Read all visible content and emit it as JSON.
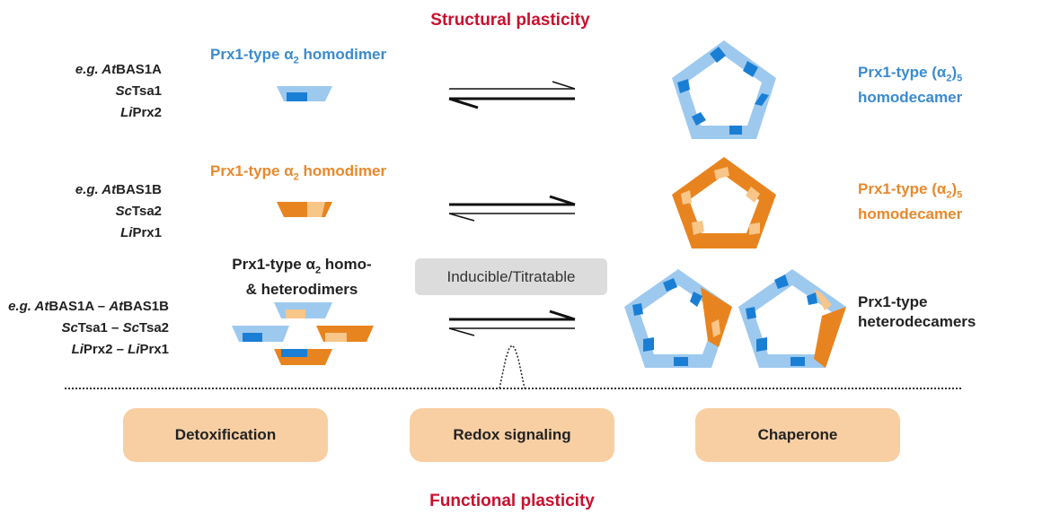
{
  "top_title": "Structural plasticity",
  "bottom_title": "Functional plasticity",
  "rows": [
    {
      "species": [
        "e.g. AtBAS1A",
        "ScTsa1",
        "LiPrx2"
      ],
      "species_parts": [
        [
          "e.g. ",
          "At",
          "BAS1A"
        ],
        [
          "",
          "Sc",
          "Tsa1"
        ],
        [
          "",
          "Li",
          "Prx2"
        ]
      ],
      "dimer_label": "Prx1-type α2 homodimer",
      "decamer_label_1": "Prx1-type (α2)5",
      "decamer_label_2": "homodecamer",
      "color": "#3b8bcf"
    },
    {
      "species": [
        "e.g. AtBAS1B",
        "ScTsa2",
        "LiPrx1"
      ],
      "species_parts": [
        [
          "e.g. ",
          "At",
          "BAS1B"
        ],
        [
          "",
          "Sc",
          "Tsa2"
        ],
        [
          "",
          "Li",
          "Prx1"
        ]
      ],
      "dimer_label": "Prx1-type α2 homodimer",
      "decamer_label_1": "Prx1-type (α2)5",
      "decamer_label_2": "homodecamer",
      "color": "#e8892c"
    },
    {
      "species": [
        "e.g. AtBAS1A – AtBAS1B",
        "ScTsa1 – ScTsa2",
        "LiPrx2 – LiPrx1"
      ],
      "dimer_label_1": "Prx1-type α2 homo-",
      "dimer_label_2": "& heterodimers",
      "decamer_label_1": "Prx1-type",
      "decamer_label_2": "heterodecamers"
    }
  ],
  "inducible_label": "Inducible/Titratable",
  "functions": [
    "Detoxification",
    "Redox signaling",
    "Chaperone"
  ],
  "colors": {
    "title_red": "#c8102e",
    "blue_light": "#9ec9ef",
    "blue_dark": "#1a7fd4",
    "orange_dark": "#e8841f",
    "orange_light": "#f8c688",
    "box": "#f8cfa3"
  }
}
